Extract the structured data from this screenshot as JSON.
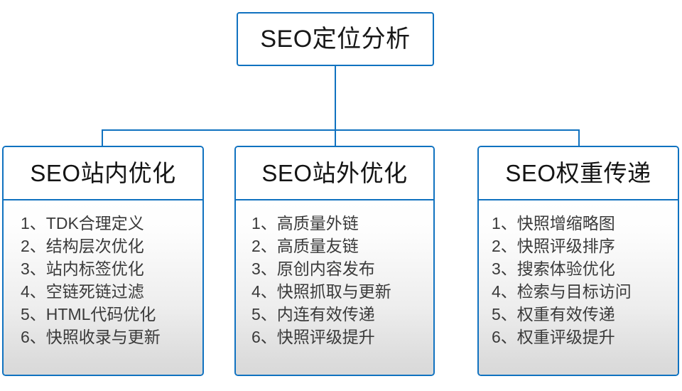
{
  "diagram": {
    "title": "SEO定位分析",
    "accent_color": "#1072c0",
    "text_color": "#171717",
    "list_text_color": "#3a3a3a",
    "background": "#ffffff",
    "body_gradient_top": "#ffffff",
    "body_gradient_bottom": "#dcdcdc"
  },
  "root": {
    "label": "SEO定位分析"
  },
  "branches": [
    {
      "header": "SEO站内优化",
      "items": [
        "1、TDK合理定义",
        "2、结构层次优化",
        "3、站内标签优化",
        "4、空链死链过滤",
        "5、HTML代码优化",
        "6、快照收录与更新"
      ]
    },
    {
      "header": "SEO站外优化",
      "items": [
        "1、高质量外链",
        "2、高质量友链",
        "3、原创内容发布",
        "4、快照抓取与更新",
        "5、内连有效传递",
        "6、快照评级提升"
      ]
    },
    {
      "header": "SEO权重传递",
      "items": [
        "1、快照增缩略图",
        "2、快照评级排序",
        "3、搜索体验优化",
        "4、检索与目标访问",
        "5、权重有效传递",
        "6、权重评级提升"
      ]
    }
  ]
}
